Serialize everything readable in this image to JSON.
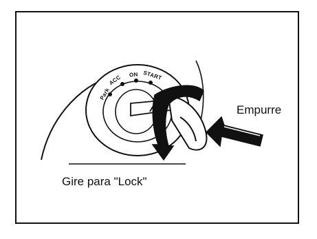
{
  "diagram": {
    "caption": "Gire para \"Lock\"",
    "push_label": "Empurre",
    "positions": [
      "Park",
      "ACC",
      "ON",
      "START"
    ]
  }
}
